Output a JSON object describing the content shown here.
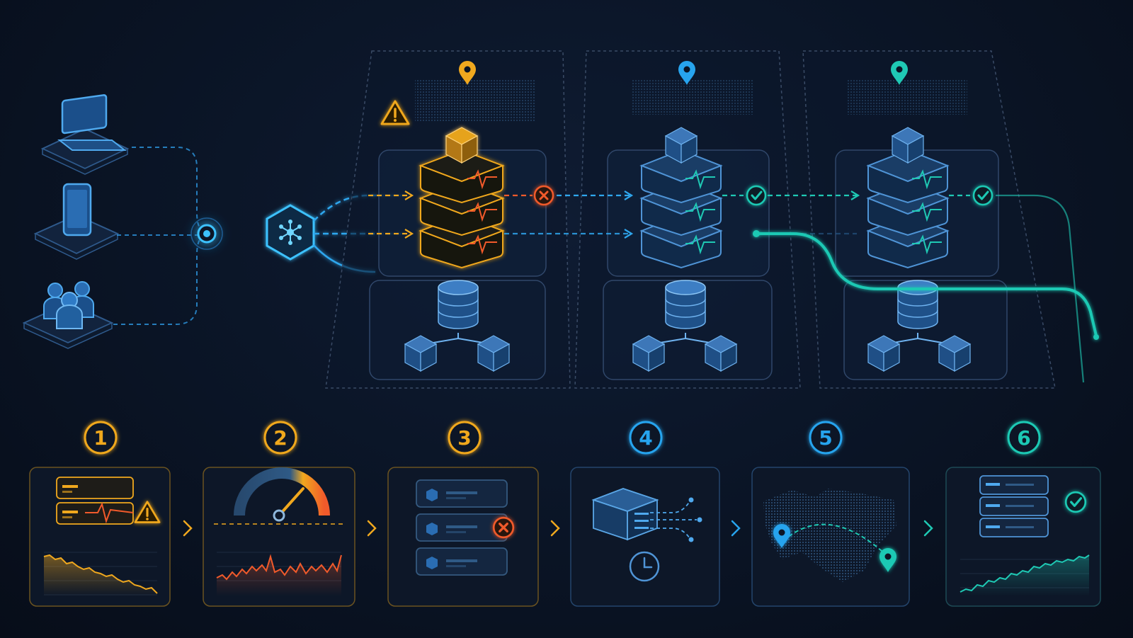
{
  "colors": {
    "background": "#0a1425",
    "amber": "#f0a81e",
    "blue": "#27a4ee",
    "teal": "#1fc9b4",
    "red": "#f15a2b",
    "panel_fill": "#1b3452",
    "panel_stroke": "#2c4a70"
  },
  "clients": [
    {
      "icon": "laptop-icon"
    },
    {
      "icon": "smartphone-icon"
    },
    {
      "icon": "users-icon"
    }
  ],
  "hub": {
    "icon": "load-balancer-hub-icon"
  },
  "regions": [
    {
      "status": "degraded",
      "accent": "#f0a81e",
      "marker": "warning-icon",
      "link_status": "failed"
    },
    {
      "status": "healthy",
      "accent": "#27a4ee",
      "marker": "",
      "link_status": "ok"
    },
    {
      "status": "healthy",
      "accent": "#1fc9b4",
      "marker": "",
      "link_status": "ok"
    }
  ],
  "timeline": {
    "steps": [
      {
        "number": "1",
        "accent": "#f0a81e",
        "icon": "alerting-servers-icon"
      },
      {
        "number": "2",
        "accent": "#f0a81e",
        "icon": "latency-gauge-icon"
      },
      {
        "number": "3",
        "accent": "#f0a81e",
        "icon": "failed-node-list-icon"
      },
      {
        "number": "4",
        "accent": "#27a4ee",
        "icon": "dns-reroute-icon"
      },
      {
        "number": "5",
        "accent": "#27a4ee",
        "icon": "world-map-route-icon"
      },
      {
        "number": "6",
        "accent": "#1fc9b4",
        "icon": "recovered-servers-icon"
      }
    ]
  }
}
